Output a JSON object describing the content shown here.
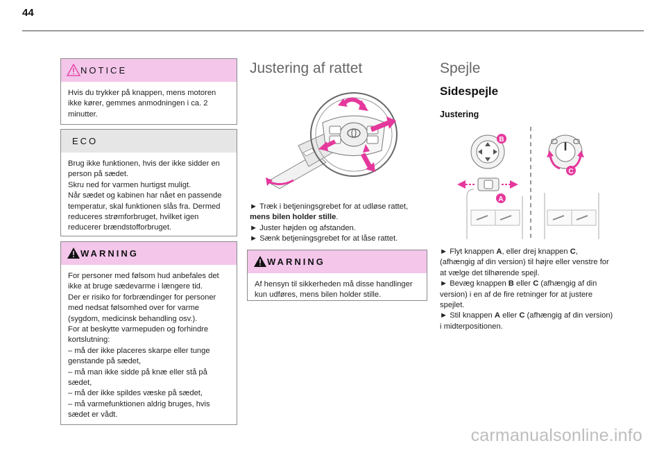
{
  "page": {
    "number": "44"
  },
  "left_column": {
    "notice": {
      "title": "NOTICE",
      "body": [
        "Hvis du trykker på knappen, mens motoren ikke kører, gemmes anmodningen i ca. 2 minutter."
      ]
    },
    "eco": {
      "title": "ECO",
      "body": [
        "Brug ikke funktionen, hvis der ikke sidder en person på sædet.",
        "Skru ned for varmen hurtigst muligt.",
        "Når sædet og kabinen har nået en passende temperatur, skal funktionen slås fra. Dermed reduceres strømforbruget, hvilket igen reducerer brændstofforbruget."
      ]
    },
    "warning": {
      "title": "WARNING",
      "body": [
        "For personer med følsom hud anbefales det ikke at bruge sædevarme i længere tid.",
        "Der er risiko for forbrændinger for personer med nedsat følsomhed over for varme (sygdom, medicinsk behandling osv.).",
        "For at beskytte varmepuden og forhindre kortslutning:",
        "–  må der ikke placeres skarpe eller tunge genstande på sædet,",
        "–  må man ikke sidde på knæ eller stå på sædet,",
        "–  må der ikke spildes væske på sædet,",
        "–  må varmefunktionen aldrig bruges, hvis sædet er vådt."
      ]
    }
  },
  "middle_column": {
    "heading": "Justering af rattet",
    "steps": [
      {
        "bullet": "►",
        "text": "Træk i betjeningsgrebet for at udløse rattet,",
        "bold": "mens bilen holder stille",
        "after": "."
      },
      {
        "bullet": "►",
        "text": "Juster højden og afstanden.",
        "bold": "",
        "after": ""
      },
      {
        "bullet": "►",
        "text": "Sænk betjeningsgrebet for at låse rattet.",
        "bold": "",
        "after": ""
      }
    ],
    "warning": {
      "title": "WARNING",
      "body": [
        "Af hensyn til sikkerheden må disse handlinger kun udføres, mens bilen holder stille."
      ]
    }
  },
  "right_column": {
    "heading": "Spejle",
    "subheading": "Sidespejle",
    "subsubheading": "Justering",
    "figure_labels": {
      "a": "A",
      "b": "B",
      "c": "C"
    },
    "steps": [
      {
        "bullet": "►",
        "parts": [
          "Flyt knappen ",
          "A",
          ", eller drej knappen ",
          "C",
          ", (afhængig af din version) til højre eller venstre for at vælge det tilhørende spejl."
        ]
      },
      {
        "bullet": "►",
        "parts": [
          "Bevæg knappen ",
          "B",
          " eller ",
          "C",
          " (afhængig af din version) i en af de fire retninger for at justere spejlet."
        ]
      },
      {
        "bullet": "►",
        "parts": [
          "Stil knappen ",
          "A",
          " eller ",
          "C",
          " (afhængig af din version) i midterpositionen."
        ]
      }
    ]
  },
  "footer": {
    "watermark": "carmanualsonline.info"
  },
  "colors": {
    "accent_magenta": "#e5389c",
    "notice_head": "#f3c6ea",
    "eco_head": "#e6e6e6"
  }
}
